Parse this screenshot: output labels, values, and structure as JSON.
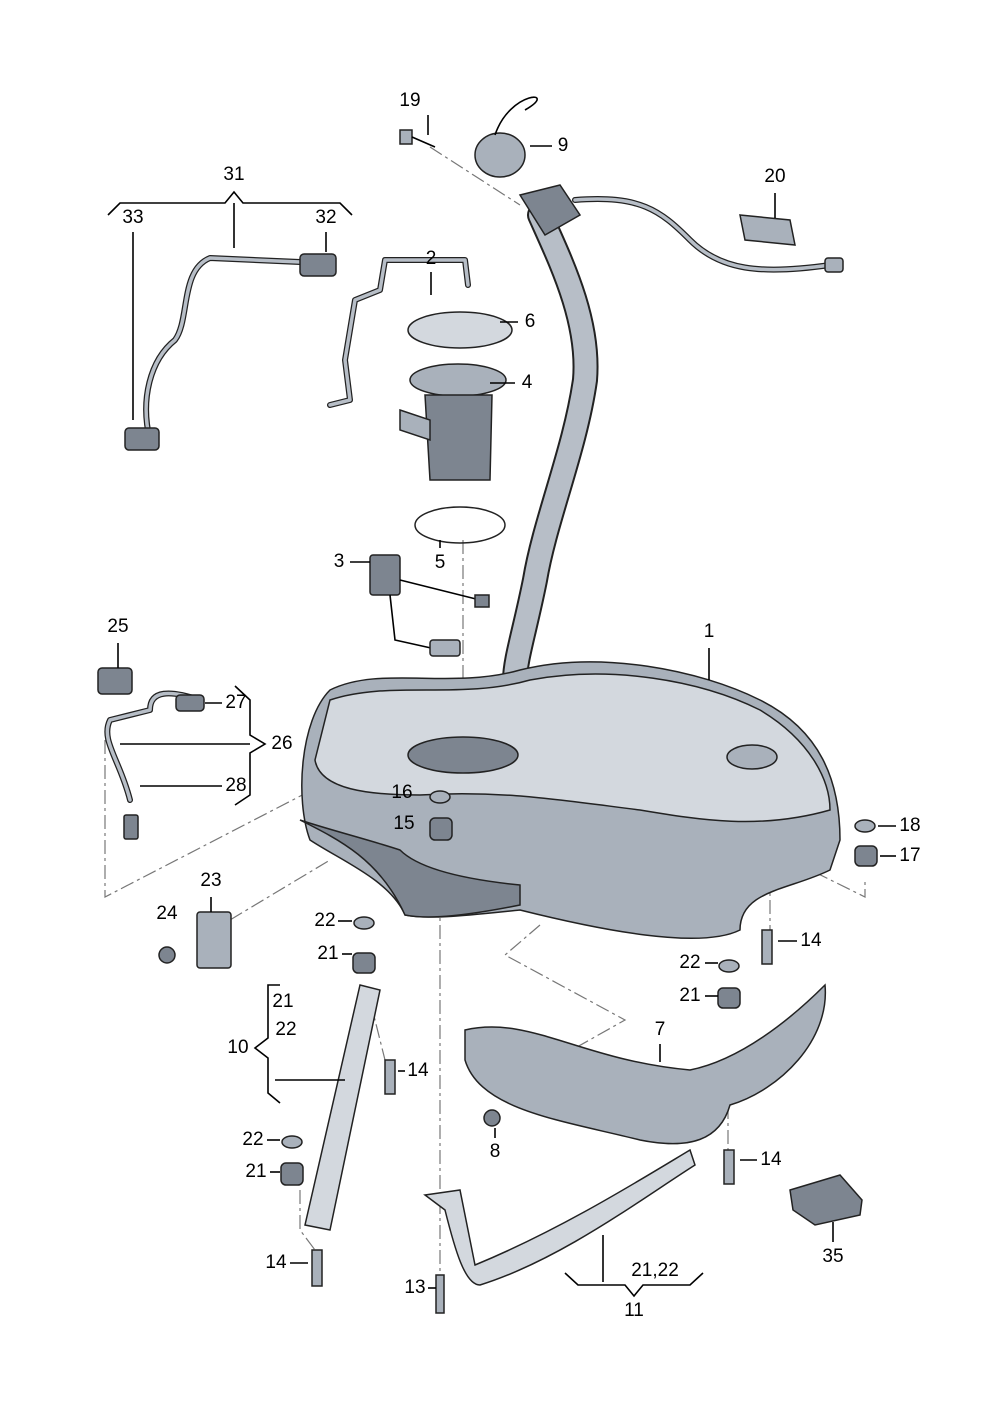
{
  "diagram": {
    "title": "Fuel tank exploded parts diagram",
    "callouts": [
      "19",
      "9",
      "31",
      "33",
      "32",
      "20",
      "2",
      "6",
      "4",
      "5",
      "3",
      "1",
      "25",
      "27",
      "26",
      "28",
      "16",
      "15",
      "18",
      "17",
      "23",
      "24",
      "22",
      "21",
      "14",
      "22",
      "21",
      "7",
      "21",
      "22",
      "10",
      "14",
      "8",
      "22",
      "21",
      "14",
      "35",
      "14",
      "13",
      "21,22",
      "11"
    ]
  }
}
